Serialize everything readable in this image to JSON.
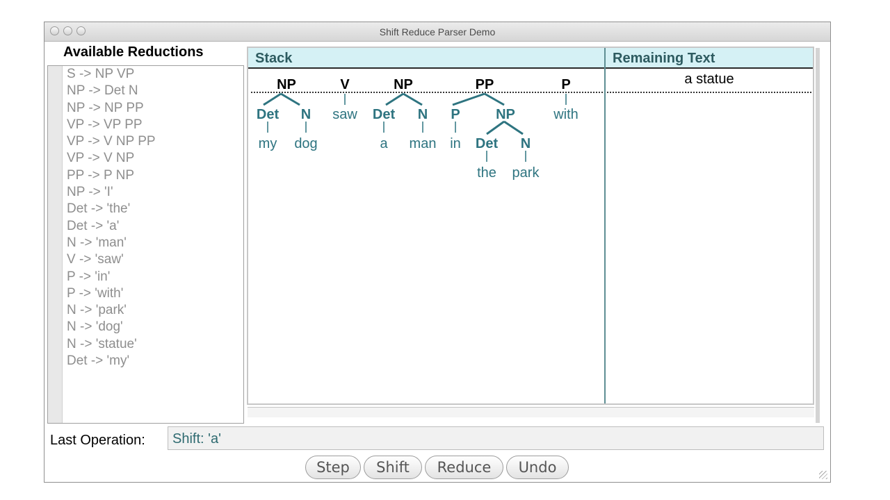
{
  "window": {
    "title": "Shift Reduce Parser Demo"
  },
  "reductions": {
    "title": "Available Reductions",
    "items": [
      "S -> NP VP",
      "NP -> Det N",
      "NP -> NP PP",
      "VP -> VP PP",
      "VP -> V NP PP",
      "VP -> V NP",
      "PP -> P NP",
      "NP -> 'I'",
      "Det -> 'the'",
      "Det -> 'a'",
      "N -> 'man'",
      "V -> 'saw'",
      "P -> 'in'",
      "P -> 'with'",
      "N -> 'park'",
      "N -> 'dog'",
      "N -> 'statue'",
      "Det -> 'my'"
    ]
  },
  "stack": {
    "header": "Stack",
    "trees": {
      "np1": {
        "label": "NP",
        "det": "Det",
        "n": "N",
        "det_word": "my",
        "n_word": "dog"
      },
      "v": {
        "label": "V",
        "word": "saw"
      },
      "np2": {
        "label": "NP",
        "det": "Det",
        "n": "N",
        "det_word": "a",
        "n_word": "man"
      },
      "pp": {
        "label": "PP",
        "p": "P",
        "p_word": "in",
        "np": "NP",
        "det": "Det",
        "n": "N",
        "det_word": "the",
        "n_word": "park"
      },
      "p": {
        "label": "P",
        "word": "with"
      }
    }
  },
  "remaining": {
    "header": "Remaining Text",
    "text": "a statue"
  },
  "last_operation": {
    "label": "Last Operation:",
    "value": "Shift: 'a'"
  },
  "buttons": {
    "step": "Step",
    "shift": "Shift",
    "reduce": "Reduce",
    "undo": "Undo"
  },
  "colors": {
    "tree_teal": "#2e7480",
    "header_bg": "#d5f1f5",
    "reduction_gray": "#8e8e8e"
  }
}
